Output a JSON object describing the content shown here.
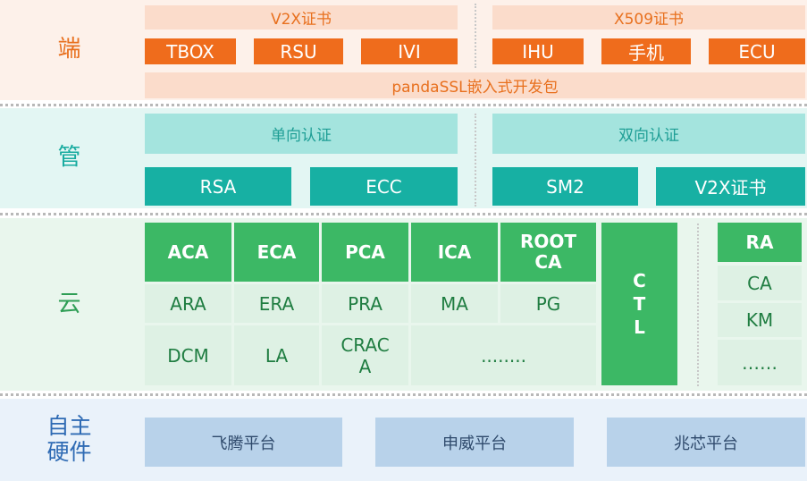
{
  "layers": {
    "end": {
      "label": "端",
      "v2x_cert": "V2X证书",
      "x509_cert": "X509证书",
      "devices": [
        "TBOX",
        "RSU",
        "IVI",
        "IHU",
        "手机",
        "ECU"
      ],
      "sdk": "pandaSSL嵌入式开发包"
    },
    "pipe": {
      "label": "管",
      "one_way_auth": "单向认证",
      "two_way_auth": "双向认证",
      "algorithms": [
        "RSA",
        "ECC",
        "SM2",
        "V2X证书"
      ]
    },
    "cloud": {
      "label": "云",
      "authorities": [
        "ACA",
        "ECA",
        "PCA",
        "ICA",
        "ROOT\nCA"
      ],
      "row2": [
        "ARA",
        "ERA",
        "PRA",
        "MA",
        "PG"
      ],
      "row3": [
        "DCM",
        "LA",
        "CRAC\nA",
        "........"
      ],
      "ctl": "C\nT\nL",
      "ra_header": "RA",
      "ra_items": [
        "CA",
        "KM",
        "……"
      ]
    },
    "hardware": {
      "label": "自主\n硬件",
      "platforms": [
        "飞腾平台",
        "申威平台",
        "兆芯平台"
      ]
    }
  },
  "colors": {
    "end_band": "#fdf1ea",
    "end_label": "#e8701e",
    "orange": "#ef6c1c",
    "peach": "#fbdccb",
    "pipe_band": "#e3f6f3",
    "pipe_label": "#17ab9f",
    "teal": "#17b0a3",
    "light_teal": "#a4e4de",
    "cloud_band": "#e9f6ed",
    "cloud_label": "#2e9e55",
    "green": "#3cb865",
    "pale_green": "#def1e4",
    "hw_band": "#eaf2fa",
    "hw_label": "#2f6bb4",
    "blue": "#b8d2ea"
  }
}
